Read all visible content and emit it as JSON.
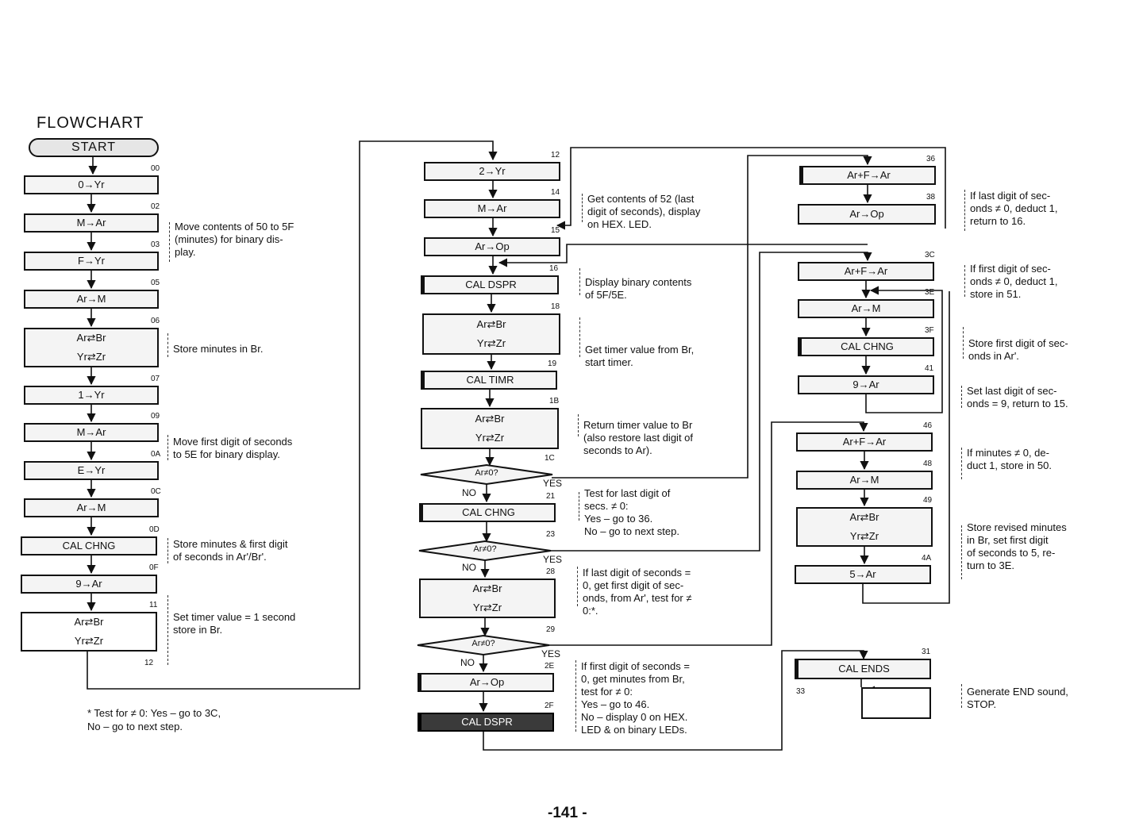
{
  "title": "FLOWCHART",
  "page_number": "-141 -",
  "footnote": "* Test for ≠ 0: Yes – go to 3C,\nNo – go to next step.",
  "yes_label": "YES",
  "no_label": "NO",
  "start": "START",
  "col1": [
    {
      "addr": "00",
      "lines": [
        "0→Yr"
      ]
    },
    {
      "addr": "02",
      "lines": [
        "M→Ar"
      ]
    },
    {
      "addr": "03",
      "lines": [
        "F→Yr"
      ]
    },
    {
      "addr": "05",
      "lines": [
        "Ar→M"
      ]
    },
    {
      "addr": "06",
      "lines": [
        "Ar⇄Br",
        "Yr⇄Zr"
      ]
    },
    {
      "addr": "07",
      "lines": [
        "1→Yr"
      ]
    },
    {
      "addr": "09",
      "lines": [
        "M→Ar"
      ]
    },
    {
      "addr": "0A",
      "lines": [
        "E→Yr"
      ]
    },
    {
      "addr": "0C",
      "lines": [
        "Ar→M"
      ]
    },
    {
      "addr": "0D",
      "lines": [
        "CAL CHNG"
      ]
    },
    {
      "addr": "0F",
      "lines": [
        "9→Ar"
      ]
    },
    {
      "addr": "11",
      "lines": [
        "Ar⇄Br",
        "Yr⇄Zr"
      ]
    }
  ],
  "col1_exit_addr": "12",
  "col2": [
    {
      "addr": "12",
      "lines": [
        "2→Yr"
      ]
    },
    {
      "addr": "14",
      "lines": [
        "M→Ar"
      ]
    },
    {
      "addr": "15",
      "lines": [
        "Ar→Op"
      ]
    },
    {
      "addr": "16",
      "lines": [
        "CAL DSPR"
      ]
    },
    {
      "addr": "18",
      "lines": [
        "Ar⇄Br",
        "Yr⇄Zr"
      ]
    },
    {
      "addr": "19",
      "lines": [
        "CAL TIMR"
      ]
    },
    {
      "addr": "1B",
      "lines": [
        "Ar⇄Br",
        "Yr⇄Zr"
      ]
    },
    {
      "addr": "1C",
      "lines": [
        "Ar≠0?"
      ]
    },
    {
      "addr": "21",
      "lines": [
        "CAL CHNG"
      ]
    },
    {
      "addr": "23",
      "lines": [
        "Ar≠0?"
      ]
    },
    {
      "addr": "28",
      "lines": [
        "Ar⇄Br",
        "Yr⇄Zr"
      ]
    },
    {
      "addr": "29",
      "lines": [
        "Ar≠0?"
      ]
    },
    {
      "addr": "2E",
      "lines": [
        "Ar→Op"
      ]
    },
    {
      "addr": "2F",
      "lines": [
        "CAL DSPR"
      ]
    }
  ],
  "col3": [
    {
      "addr": "36",
      "lines": [
        "Ar+F→Ar"
      ]
    },
    {
      "addr": "38",
      "lines": [
        "Ar→Op"
      ]
    },
    {
      "addr": "3C",
      "lines": [
        "Ar+F→Ar"
      ]
    },
    {
      "addr": "3E",
      "lines": [
        "Ar→M"
      ]
    },
    {
      "addr": "3F",
      "lines": [
        "CAL CHNG"
      ]
    },
    {
      "addr": "41",
      "lines": [
        "9→Ar"
      ]
    },
    {
      "addr": "46",
      "lines": [
        "Ar+F→Ar"
      ]
    },
    {
      "addr": "48",
      "lines": [
        "Ar→M"
      ]
    },
    {
      "addr": "49",
      "lines": [
        "Ar⇄Br",
        "Yr⇄Zr"
      ]
    },
    {
      "addr": "4A",
      "lines": [
        "5→Ar"
      ]
    },
    {
      "addr": "31",
      "lines": [
        "CAL ENDS"
      ]
    },
    {
      "addr": "33",
      "lines": [
        ""
      ]
    }
  ],
  "notes_col1": [
    "Move contents of 50 to 5F\n(minutes) for binary dis-\nplay.",
    "Store minutes in Br.",
    "Move first digit of seconds\nto 5E for binary display.",
    "Store minutes & first digit\nof seconds in Ar'/Br'.",
    "Set timer value = 1 second\nstore in Br."
  ],
  "notes_col2": [
    "Get contents of 52 (last\ndigit of seconds), display\non HEX. LED.",
    "Display binary contents\nof 5F/5E.",
    "Get timer value from Br,\nstart timer.",
    "Return timer value to Br\n(also restore last digit of\nseconds to Ar).",
    "Test for last digit of\nsecs. ≠ 0:\nYes – go to 36.\nNo – go to next step.",
    "If last digit of seconds =\n0, get first digit of sec-\nonds, from Ar', test for ≠\n0:*.",
    "If first digit of seconds =\n0, get minutes from Br,\ntest for ≠ 0:\nYes – go to 46.\nNo – display 0 on HEX.\nLED & on binary LEDs."
  ],
  "notes_col3": [
    "If last digit of sec-\nonds ≠ 0, deduct 1,\nreturn to 16.",
    "If first digit of sec-\nonds ≠ 0, deduct 1,\nstore in 51.",
    "Store first digit of sec-\nonds in Ar'.",
    "Set last digit of sec-\nonds = 9, return to 15.",
    "If minutes ≠ 0, de-\nduct 1, store in 50.",
    "Store revised minutes\nin Br, set first digit\nof seconds to 5, re-\nturn to 3E.",
    "Generate END sound,\nSTOP."
  ]
}
